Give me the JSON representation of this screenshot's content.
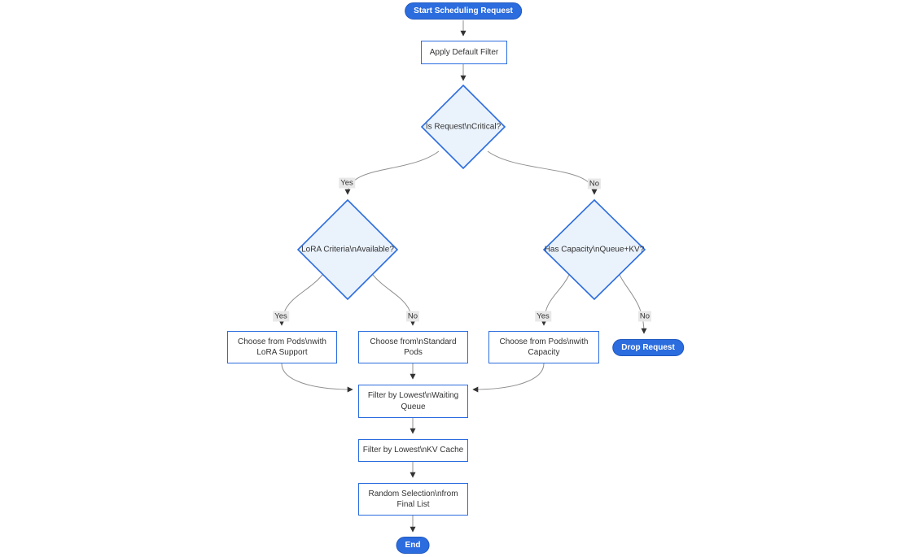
{
  "diagram": {
    "nodes": {
      "start": {
        "type": "stadium",
        "label": "Start Scheduling Request"
      },
      "apply_filter": {
        "type": "rect",
        "label": "Apply Default Filter"
      },
      "is_critical": {
        "type": "decision",
        "label": "Is Request\\nCritical?"
      },
      "lora_criteria": {
        "type": "decision",
        "label": "LoRA Criteria\\nAvailable?"
      },
      "has_capacity": {
        "type": "decision",
        "label": "Has Capacity\\nQueue+KV?"
      },
      "lora_pods": {
        "type": "rect",
        "label": "Choose from Pods\\nwith LoRA Support"
      },
      "standard_pods": {
        "type": "rect",
        "label": "Choose from\\nStandard Pods"
      },
      "capacity_pods": {
        "type": "rect",
        "label": "Choose from Pods\\nwith Capacity"
      },
      "drop_request": {
        "type": "stadium",
        "label": "Drop Request"
      },
      "filter_queue": {
        "type": "rect",
        "label": "Filter by Lowest\\nWaiting Queue"
      },
      "filter_kv": {
        "type": "rect",
        "label": "Filter by Lowest\\nKV Cache"
      },
      "random_select": {
        "type": "rect",
        "label": "Random Selection\\nfrom Final List"
      },
      "end": {
        "type": "stadium",
        "label": "End"
      }
    },
    "edges": [
      {
        "from": "start",
        "to": "apply_filter",
        "label": ""
      },
      {
        "from": "apply_filter",
        "to": "is_critical",
        "label": ""
      },
      {
        "from": "is_critical",
        "to": "lora_criteria",
        "label": "Yes"
      },
      {
        "from": "is_critical",
        "to": "has_capacity",
        "label": "No"
      },
      {
        "from": "lora_criteria",
        "to": "lora_pods",
        "label": "Yes"
      },
      {
        "from": "lora_criteria",
        "to": "standard_pods",
        "label": "No"
      },
      {
        "from": "has_capacity",
        "to": "capacity_pods",
        "label": "Yes"
      },
      {
        "from": "has_capacity",
        "to": "drop_request",
        "label": "No"
      },
      {
        "from": "lora_pods",
        "to": "filter_queue",
        "label": ""
      },
      {
        "from": "standard_pods",
        "to": "filter_queue",
        "label": ""
      },
      {
        "from": "capacity_pods",
        "to": "filter_queue",
        "label": ""
      },
      {
        "from": "filter_queue",
        "to": "filter_kv",
        "label": ""
      },
      {
        "from": "filter_kv",
        "to": "random_select",
        "label": ""
      },
      {
        "from": "random_select",
        "to": "end",
        "label": ""
      }
    ],
    "colors": {
      "accent": "#2b6cdf",
      "diamond-fill": "#eaf2fc",
      "node-fill": "#ffffff",
      "pill-fill": "#2b6cdf",
      "pill-text": "#ffffff",
      "edge": "#8f8f8f",
      "arrow": "#333333",
      "label-bg": "#e8e8e8",
      "text": "#333333"
    }
  }
}
